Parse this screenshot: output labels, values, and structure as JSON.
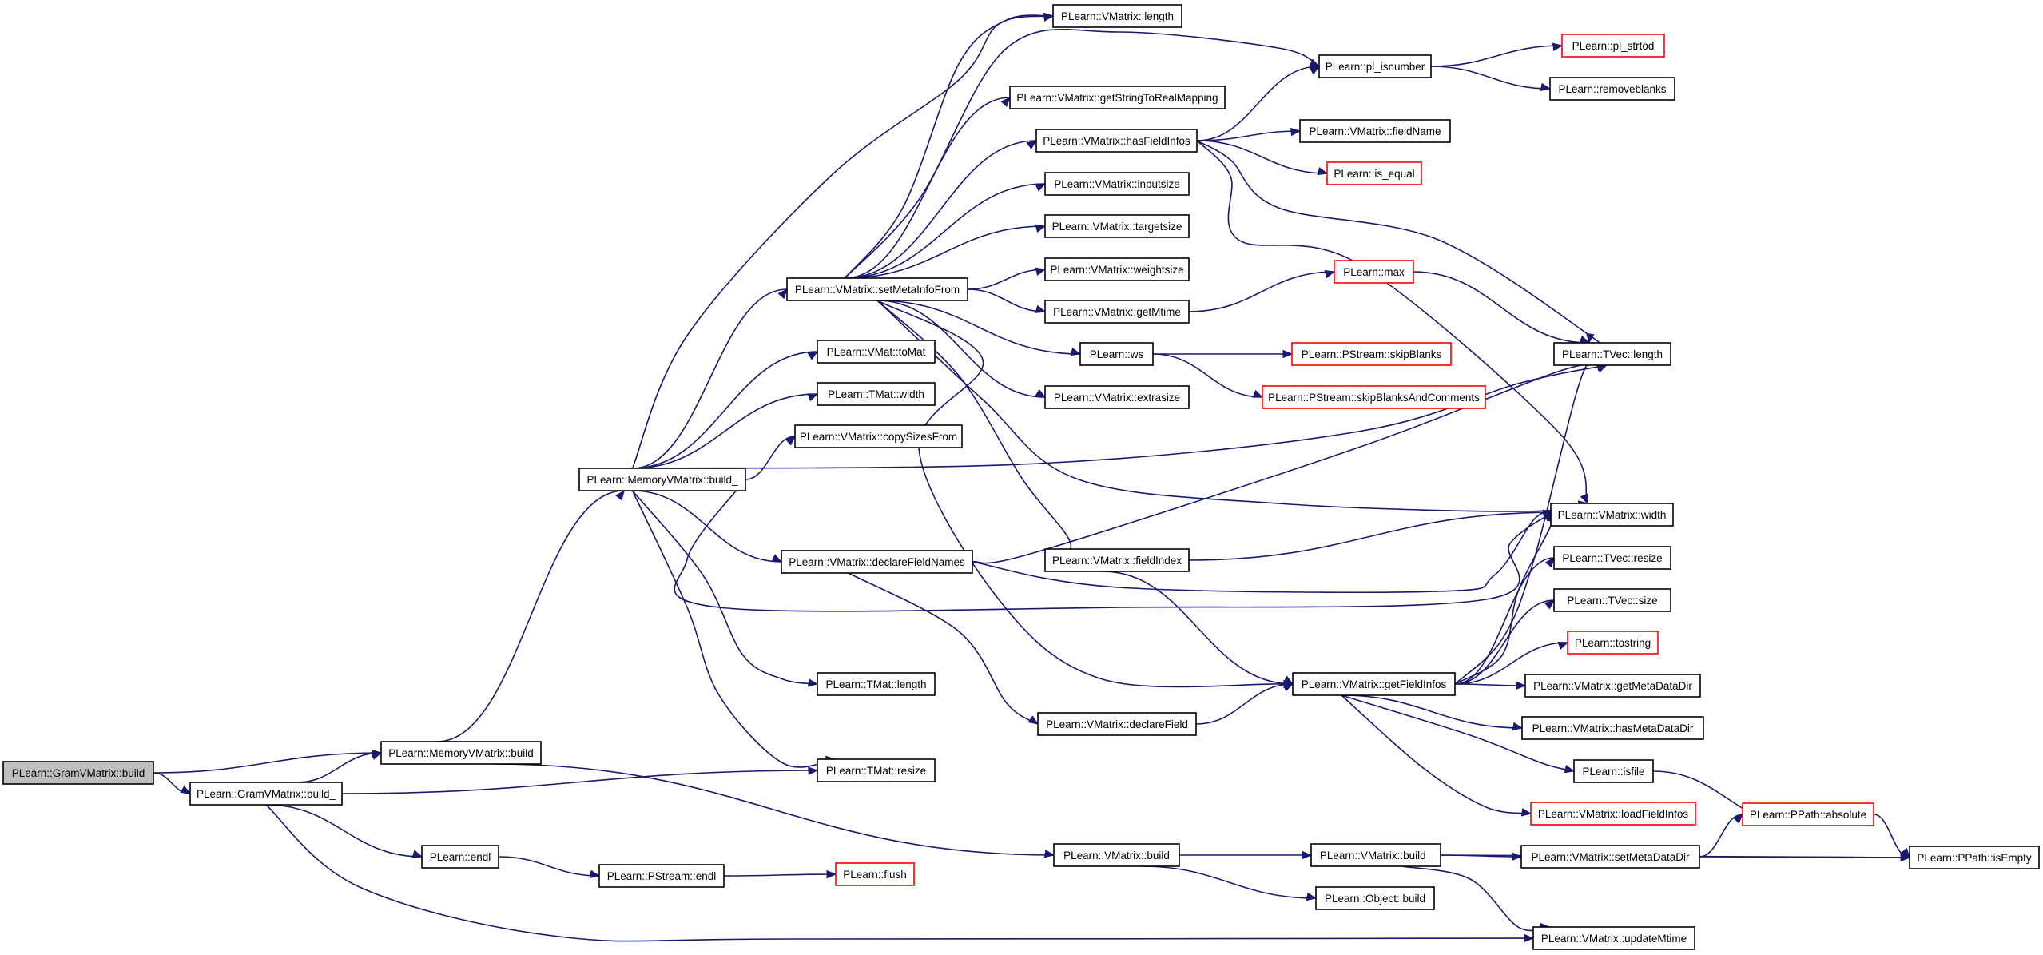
{
  "colors": {
    "edge": "#191970",
    "node_border": "#000000",
    "node_border_incomplete": "#ff0000",
    "root_fill": "#bfbfbf",
    "background": "#ffffff"
  },
  "nodes": [
    {
      "id": "gvm_build",
      "label": "PLearn::GramVMatrix::build",
      "root": true
    },
    {
      "id": "gvm_build_",
      "label": "PLearn::GramVMatrix::build_"
    },
    {
      "id": "mvm_build",
      "label": "PLearn::MemoryVMatrix::build"
    },
    {
      "id": "mvm_build_",
      "label": "PLearn::MemoryVMatrix::build_"
    },
    {
      "id": "endl",
      "label": "PLearn::endl"
    },
    {
      "id": "ps_endl",
      "label": "PLearn::PStream::endl"
    },
    {
      "id": "flush",
      "label": "PLearn::flush",
      "red": true
    },
    {
      "id": "tmat_resize",
      "label": "PLearn::TMat::resize"
    },
    {
      "id": "tmat_length",
      "label": "PLearn::TMat::length"
    },
    {
      "id": "tmat_width",
      "label": "PLearn::TMat::width"
    },
    {
      "id": "vmat_tomat",
      "label": "PLearn::VMat::toMat"
    },
    {
      "id": "vm_copysizes",
      "label": "PLearn::VMatrix::copySizesFrom"
    },
    {
      "id": "vm_setmeta",
      "label": "PLearn::VMatrix::setMetaInfoFrom"
    },
    {
      "id": "vm_declarefieldnames",
      "label": "PLearn::VMatrix::declareFieldNames"
    },
    {
      "id": "vm_declarefield",
      "label": "PLearn::VMatrix::declareField"
    },
    {
      "id": "vm_build",
      "label": "PLearn::VMatrix::build"
    },
    {
      "id": "vm_build_",
      "label": "PLearn::VMatrix::build_"
    },
    {
      "id": "obj_build",
      "label": "PLearn::Object::build"
    },
    {
      "id": "vm_length",
      "label": "PLearn::VMatrix::length"
    },
    {
      "id": "vm_getstr",
      "label": "PLearn::VMatrix::getStringToRealMapping"
    },
    {
      "id": "vm_hasfieldinfos",
      "label": "PLearn::VMatrix::hasFieldInfos"
    },
    {
      "id": "vm_inputsize",
      "label": "PLearn::VMatrix::inputsize"
    },
    {
      "id": "vm_targetsize",
      "label": "PLearn::VMatrix::targetsize"
    },
    {
      "id": "vm_weightsize",
      "label": "PLearn::VMatrix::weightsize"
    },
    {
      "id": "vm_getmtime",
      "label": "PLearn::VMatrix::getMtime"
    },
    {
      "id": "ws",
      "label": "PLearn::ws"
    },
    {
      "id": "vm_extrasize",
      "label": "PLearn::VMatrix::extrasize"
    },
    {
      "id": "vm_fieldindex",
      "label": "PLearn::VMatrix::fieldIndex"
    },
    {
      "id": "vm_getfieldinfos",
      "label": "PLearn::VMatrix::getFieldInfos"
    },
    {
      "id": "pl_isnumber",
      "label": "PLearn::pl_isnumber"
    },
    {
      "id": "vm_fieldname",
      "label": "PLearn::VMatrix::fieldName"
    },
    {
      "id": "is_equal",
      "label": "PLearn::is_equal",
      "red": true
    },
    {
      "id": "max",
      "label": "PLearn::max",
      "red": true
    },
    {
      "id": "ps_skipblanks",
      "label": "PLearn::PStream::skipBlanks",
      "red": true
    },
    {
      "id": "ps_skipblankscomments",
      "label": "PLearn::PStream::skipBlanksAndComments",
      "red": true
    },
    {
      "id": "pl_strtod",
      "label": "PLearn::pl_strtod",
      "red": true
    },
    {
      "id": "removeblanks",
      "label": "PLearn::removeblanks"
    },
    {
      "id": "tvec_length",
      "label": "PLearn::TVec::length"
    },
    {
      "id": "vm_width",
      "label": "PLearn::VMatrix::width"
    },
    {
      "id": "tvec_resize",
      "label": "PLearn::TVec::resize"
    },
    {
      "id": "tvec_size",
      "label": "PLearn::TVec::size"
    },
    {
      "id": "tostring",
      "label": "PLearn::tostring",
      "red": true
    },
    {
      "id": "vm_getmetadatadir",
      "label": "PLearn::VMatrix::getMetaDataDir"
    },
    {
      "id": "vm_hasmetadatadir",
      "label": "PLearn::VMatrix::hasMetaDataDir"
    },
    {
      "id": "isfile",
      "label": "PLearn::isfile"
    },
    {
      "id": "vm_loadfieldinfos",
      "label": "PLearn::VMatrix::loadFieldInfos",
      "red": true
    },
    {
      "id": "vm_setmetadatadir",
      "label": "PLearn::VMatrix::setMetaDataDir"
    },
    {
      "id": "ppath_absolute",
      "label": "PLearn::PPath::absolute",
      "red": true
    },
    {
      "id": "ppath_isempty",
      "label": "PLearn::PPath::isEmpty"
    },
    {
      "id": "vm_updatemtime",
      "label": "PLearn::VMatrix::updateMtime"
    }
  ],
  "edges": [
    [
      "gvm_build",
      "mvm_build"
    ],
    [
      "gvm_build",
      "gvm_build_"
    ],
    [
      "gvm_build_",
      "mvm_build"
    ],
    [
      "gvm_build_",
      "tmat_resize"
    ],
    [
      "gvm_build_",
      "endl"
    ],
    [
      "gvm_build_",
      "vm_updatemtime"
    ],
    [
      "mvm_build",
      "mvm_build_"
    ],
    [
      "mvm_build",
      "vm_build"
    ],
    [
      "endl",
      "ps_endl"
    ],
    [
      "ps_endl",
      "flush"
    ],
    [
      "mvm_build_",
      "vm_length"
    ],
    [
      "mvm_build_",
      "vm_setmeta"
    ],
    [
      "mvm_build_",
      "vmat_tomat"
    ],
    [
      "mvm_build_",
      "tmat_width"
    ],
    [
      "mvm_build_",
      "vm_copysizes"
    ],
    [
      "mvm_build_",
      "tvec_length"
    ],
    [
      "mvm_build_",
      "vm_declarefieldnames"
    ],
    [
      "mvm_build_",
      "vm_width"
    ],
    [
      "mvm_build_",
      "tmat_length"
    ],
    [
      "mvm_build_",
      "tmat_resize"
    ],
    [
      "vm_setmeta",
      "vm_length"
    ],
    [
      "vm_setmeta",
      "pl_isnumber"
    ],
    [
      "vm_setmeta",
      "vm_getstr"
    ],
    [
      "vm_setmeta",
      "vm_hasfieldinfos"
    ],
    [
      "vm_setmeta",
      "vm_inputsize"
    ],
    [
      "vm_setmeta",
      "vm_targetsize"
    ],
    [
      "vm_setmeta",
      "vm_weightsize"
    ],
    [
      "vm_setmeta",
      "vm_getmtime"
    ],
    [
      "vm_setmeta",
      "ws"
    ],
    [
      "vm_setmeta",
      "vm_extrasize"
    ],
    [
      "vm_setmeta",
      "vm_fieldindex"
    ],
    [
      "vm_setmeta",
      "vm_width"
    ],
    [
      "vm_setmeta",
      "vm_getfieldinfos"
    ],
    [
      "vm_hasfieldinfos",
      "pl_isnumber"
    ],
    [
      "vm_hasfieldinfos",
      "vm_fieldname"
    ],
    [
      "vm_hasfieldinfos",
      "is_equal"
    ],
    [
      "vm_hasfieldinfos",
      "tvec_length"
    ],
    [
      "vm_hasfieldinfos",
      "vm_width"
    ],
    [
      "pl_isnumber",
      "pl_strtod"
    ],
    [
      "pl_isnumber",
      "removeblanks"
    ],
    [
      "vm_getmtime",
      "max"
    ],
    [
      "max",
      "tvec_length"
    ],
    [
      "ws",
      "ps_skipblanks"
    ],
    [
      "ws",
      "ps_skipblankscomments"
    ],
    [
      "vm_declarefieldnames",
      "tvec_length"
    ],
    [
      "vm_declarefieldnames",
      "vm_width"
    ],
    [
      "vm_declarefieldnames",
      "vm_declarefield"
    ],
    [
      "vm_declarefield",
      "vm_getfieldinfos"
    ],
    [
      "vm_fieldindex",
      "vm_width"
    ],
    [
      "vm_fieldindex",
      "vm_getfieldinfos"
    ],
    [
      "vm_getfieldinfos",
      "tvec_length"
    ],
    [
      "vm_getfieldinfos",
      "vm_width"
    ],
    [
      "vm_getfieldinfos",
      "tvec_resize"
    ],
    [
      "vm_getfieldinfos",
      "tvec_size"
    ],
    [
      "vm_getfieldinfos",
      "tostring"
    ],
    [
      "vm_getfieldinfos",
      "vm_getmetadatadir"
    ],
    [
      "vm_getfieldinfos",
      "vm_hasmetadatadir"
    ],
    [
      "vm_getfieldinfos",
      "isfile"
    ],
    [
      "vm_getfieldinfos",
      "vm_loadfieldinfos"
    ],
    [
      "isfile",
      "ppath_absolute"
    ],
    [
      "ppath_absolute",
      "ppath_isempty"
    ],
    [
      "vm_build",
      "vm_build_"
    ],
    [
      "vm_build",
      "obj_build"
    ],
    [
      "vm_build_",
      "vm_setmetadatadir"
    ],
    [
      "vm_build_",
      "ppath_isempty"
    ],
    [
      "vm_build_",
      "vm_updatemtime"
    ],
    [
      "vm_setmetadatadir",
      "ppath_absolute"
    ],
    [
      "vm_setmetadatadir",
      "ppath_isempty"
    ]
  ]
}
